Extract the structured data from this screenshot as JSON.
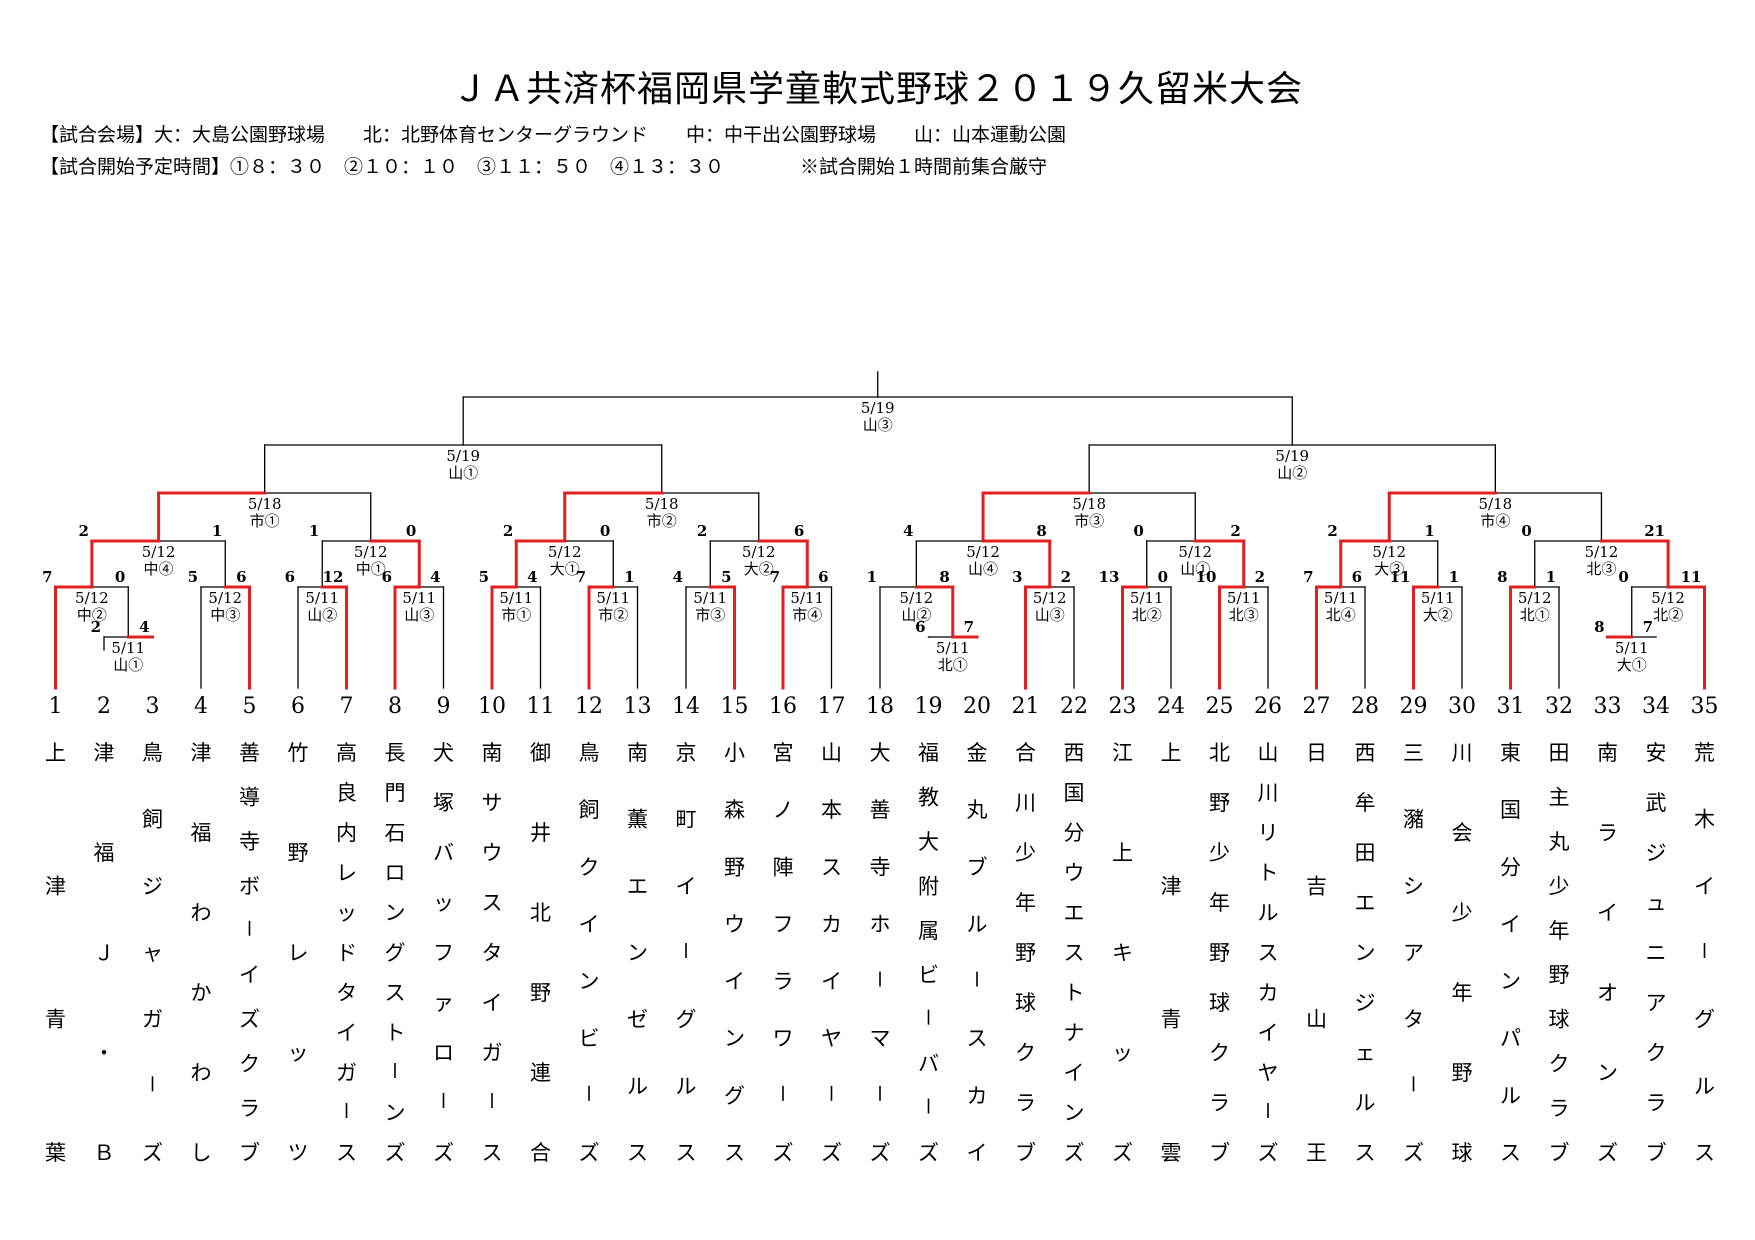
{
  "title": "ＪＡ共済杯福岡県学童軟式野球２０１９久留米大会",
  "venues": "【試合会場】大：大島公園野球場　　北：北野体育センターグラウンド　　中：中干出公園野球場　　山：山本運動公園",
  "times": "【試合開始予定時間】①８：３０　②１０：１０　③１１：５０　④１３：３０　　　　※試合開始１時間前集合厳守",
  "colors": {
    "win": "#e02020",
    "line": "#000000"
  },
  "teams": [
    {
      "n": "1",
      "name": "上津青葉"
    },
    {
      "n": "2",
      "name": "津福Ｊ・Ｂ"
    },
    {
      "n": "3",
      "name": "鳥飼ジャガーズ"
    },
    {
      "n": "4",
      "name": "津福わかわし"
    },
    {
      "n": "5",
      "name": "善導寺ボーイズクラブ"
    },
    {
      "n": "6",
      "name": "竹野レッツ"
    },
    {
      "n": "7",
      "name": "高良内レッドタイガース"
    },
    {
      "n": "8",
      "name": "長門石ロングストーンズ"
    },
    {
      "n": "9",
      "name": "犬塚バッファローズ"
    },
    {
      "n": "10",
      "name": "南サウスタイガース"
    },
    {
      "n": "11",
      "name": "御井北野連合"
    },
    {
      "n": "12",
      "name": "鳥飼クインビーズ"
    },
    {
      "n": "13",
      "name": "南薫エンゼルス"
    },
    {
      "n": "14",
      "name": "京町イーグルス"
    },
    {
      "n": "15",
      "name": "小森野ウイングス"
    },
    {
      "n": "16",
      "name": "宮ノ陣フラワーズ"
    },
    {
      "n": "17",
      "name": "山本スカイヤーズ"
    },
    {
      "n": "18",
      "name": "大善寺ホーマーズ"
    },
    {
      "n": "19",
      "name": "福教大附属ビーバーズ"
    },
    {
      "n": "20",
      "name": "金丸ブルースカイ"
    },
    {
      "n": "21",
      "name": "合川少年野球クラブ"
    },
    {
      "n": "22",
      "name": "西国分ウエストナインズ"
    },
    {
      "n": "23",
      "name": "江上キッズ"
    },
    {
      "n": "24",
      "name": "上津青雲"
    },
    {
      "n": "25",
      "name": "北野少年野球クラブ"
    },
    {
      "n": "26",
      "name": "山川リトルスカイヤーズ"
    },
    {
      "n": "27",
      "name": "日吉山王"
    },
    {
      "n": "28",
      "name": "西牟田エンジェルス"
    },
    {
      "n": "29",
      "name": "三瀦シアターズ"
    },
    {
      "n": "30",
      "name": "川会少年野球"
    },
    {
      "n": "31",
      "name": "東国分インパルス"
    },
    {
      "n": "32",
      "name": "田主丸少年野球クラブ"
    },
    {
      "n": "33",
      "name": "南ライオンズ"
    },
    {
      "n": "34",
      "name": "安武ジュニアクラブ"
    },
    {
      "n": "35",
      "name": "荒木イーグルス"
    }
  ],
  "matches": [
    {
      "id": "A",
      "l": "t2",
      "r": "t3",
      "date": "5/11",
      "venue": "山①",
      "sl": "2",
      "sr": "4",
      "win": "r"
    },
    {
      "id": "B",
      "l": "t1",
      "r": "A",
      "date": "5/12",
      "venue": "中②",
      "sl": "7",
      "sr": "0",
      "win": "l"
    },
    {
      "id": "C",
      "l": "t4",
      "r": "t5",
      "date": "5/12",
      "venue": "中③",
      "sl": "5",
      "sr": "6",
      "win": "r"
    },
    {
      "id": "D",
      "l": "B",
      "r": "C",
      "date": "5/12",
      "venue": "中④",
      "sl": "2",
      "sr": "1",
      "win": "l"
    },
    {
      "id": "E",
      "l": "t6",
      "r": "t7",
      "date": "5/11",
      "venue": "山②",
      "sl": "6",
      "sr": "12",
      "win": "r"
    },
    {
      "id": "F",
      "l": "t8",
      "r": "t9",
      "date": "5/11",
      "venue": "山③",
      "sl": "6",
      "sr": "4",
      "win": "l"
    },
    {
      "id": "G",
      "l": "E",
      "r": "F",
      "date": "5/12",
      "venue": "中①",
      "sl": "1",
      "sr": "0",
      "win": "r"
    },
    {
      "id": "H",
      "l": "D",
      "r": "G",
      "date": "5/18",
      "venue": "市①",
      "sl": "",
      "sr": "",
      "win": "l"
    },
    {
      "id": "I",
      "l": "t10",
      "r": "t11",
      "date": "5/11",
      "venue": "市①",
      "sl": "5",
      "sr": "4",
      "win": "l"
    },
    {
      "id": "J",
      "l": "t12",
      "r": "t13",
      "date": "5/11",
      "venue": "市②",
      "sl": "7",
      "sr": "1",
      "win": "l"
    },
    {
      "id": "K",
      "l": "I",
      "r": "J",
      "date": "5/12",
      "venue": "大①",
      "sl": "2",
      "sr": "0",
      "win": "l"
    },
    {
      "id": "L",
      "l": "t14",
      "r": "t15",
      "date": "5/11",
      "venue": "市③",
      "sl": "4",
      "sr": "5",
      "win": "r"
    },
    {
      "id": "M",
      "l": "t16",
      "r": "t17",
      "date": "5/11",
      "venue": "市④",
      "sl": "7",
      "sr": "6",
      "win": "l"
    },
    {
      "id": "N",
      "l": "L",
      "r": "M",
      "date": "5/12",
      "venue": "大②",
      "sl": "2",
      "sr": "6",
      "win": "r"
    },
    {
      "id": "O",
      "l": "K",
      "r": "N",
      "date": "5/18",
      "venue": "市②",
      "sl": "",
      "sr": "",
      "win": "l"
    },
    {
      "id": "P",
      "l": "H",
      "r": "O",
      "date": "5/19",
      "venue": "山①",
      "sl": "",
      "sr": "",
      "win": ""
    },
    {
      "id": "Q",
      "l": "t19",
      "r": "t20",
      "date": "5/11",
      "venue": "北①",
      "sl": "6",
      "sr": "7",
      "win": "r"
    },
    {
      "id": "R",
      "l": "t18",
      "r": "Q",
      "date": "5/12",
      "venue": "山②",
      "sl": "1",
      "sr": "8",
      "win": "r"
    },
    {
      "id": "S",
      "l": "t21",
      "r": "t22",
      "date": "5/12",
      "venue": "山③",
      "sl": "3",
      "sr": "2",
      "win": "l"
    },
    {
      "id": "T",
      "l": "R",
      "r": "S",
      "date": "5/12",
      "venue": "山④",
      "sl": "4",
      "sr": "8",
      "win": "r"
    },
    {
      "id": "U",
      "l": "t23",
      "r": "t24",
      "date": "5/11",
      "venue": "北②",
      "sl": "13",
      "sr": "0",
      "win": "l"
    },
    {
      "id": "V",
      "l": "t25",
      "r": "t26",
      "date": "5/11",
      "venue": "北③",
      "sl": "10",
      "sr": "2",
      "win": "l"
    },
    {
      "id": "W",
      "l": "U",
      "r": "V",
      "date": "5/12",
      "venue": "山①",
      "sl": "0",
      "sr": "2",
      "win": "r"
    },
    {
      "id": "X",
      "l": "T",
      "r": "W",
      "date": "5/18",
      "venue": "市③",
      "sl": "",
      "sr": "",
      "win": "l"
    },
    {
      "id": "Y",
      "l": "t27",
      "r": "t28",
      "date": "5/11",
      "venue": "北④",
      "sl": "7",
      "sr": "6",
      "win": "l"
    },
    {
      "id": "Z",
      "l": "t29",
      "r": "t30",
      "date": "5/11",
      "venue": "大②",
      "sl": "11",
      "sr": "1",
      "win": "l"
    },
    {
      "id": "AA",
      "l": "Y",
      "r": "Z",
      "date": "5/12",
      "venue": "大③",
      "sl": "2",
      "sr": "1",
      "win": "l"
    },
    {
      "id": "AB",
      "l": "t31",
      "r": "t32",
      "date": "5/12",
      "venue": "北①",
      "sl": "8",
      "sr": "1",
      "win": "l"
    },
    {
      "id": "AC",
      "l": "t33",
      "r": "t34",
      "date": "5/11",
      "venue": "大①",
      "sl": "8",
      "sr": "7",
      "win": "l"
    },
    {
      "id": "AD",
      "l": "AC",
      "r": "t35",
      "date": "5/12",
      "venue": "北②",
      "sl": "0",
      "sr": "11",
      "win": "r"
    },
    {
      "id": "AE",
      "l": "AB",
      "r": "AD",
      "date": "5/12",
      "venue": "北③",
      "sl": "0",
      "sr": "21",
      "win": "r"
    },
    {
      "id": "AF",
      "l": "AA",
      "r": "AE",
      "date": "5/18",
      "venue": "市④",
      "sl": "",
      "sr": "",
      "win": "l"
    },
    {
      "id": "AG",
      "l": "X",
      "r": "AF",
      "date": "5/19",
      "venue": "山②",
      "sl": "",
      "sr": "",
      "win": ""
    },
    {
      "id": "AH",
      "l": "P",
      "r": "AG",
      "date": "5/19",
      "venue": "山③",
      "sl": "",
      "sr": "",
      "win": ""
    }
  ]
}
